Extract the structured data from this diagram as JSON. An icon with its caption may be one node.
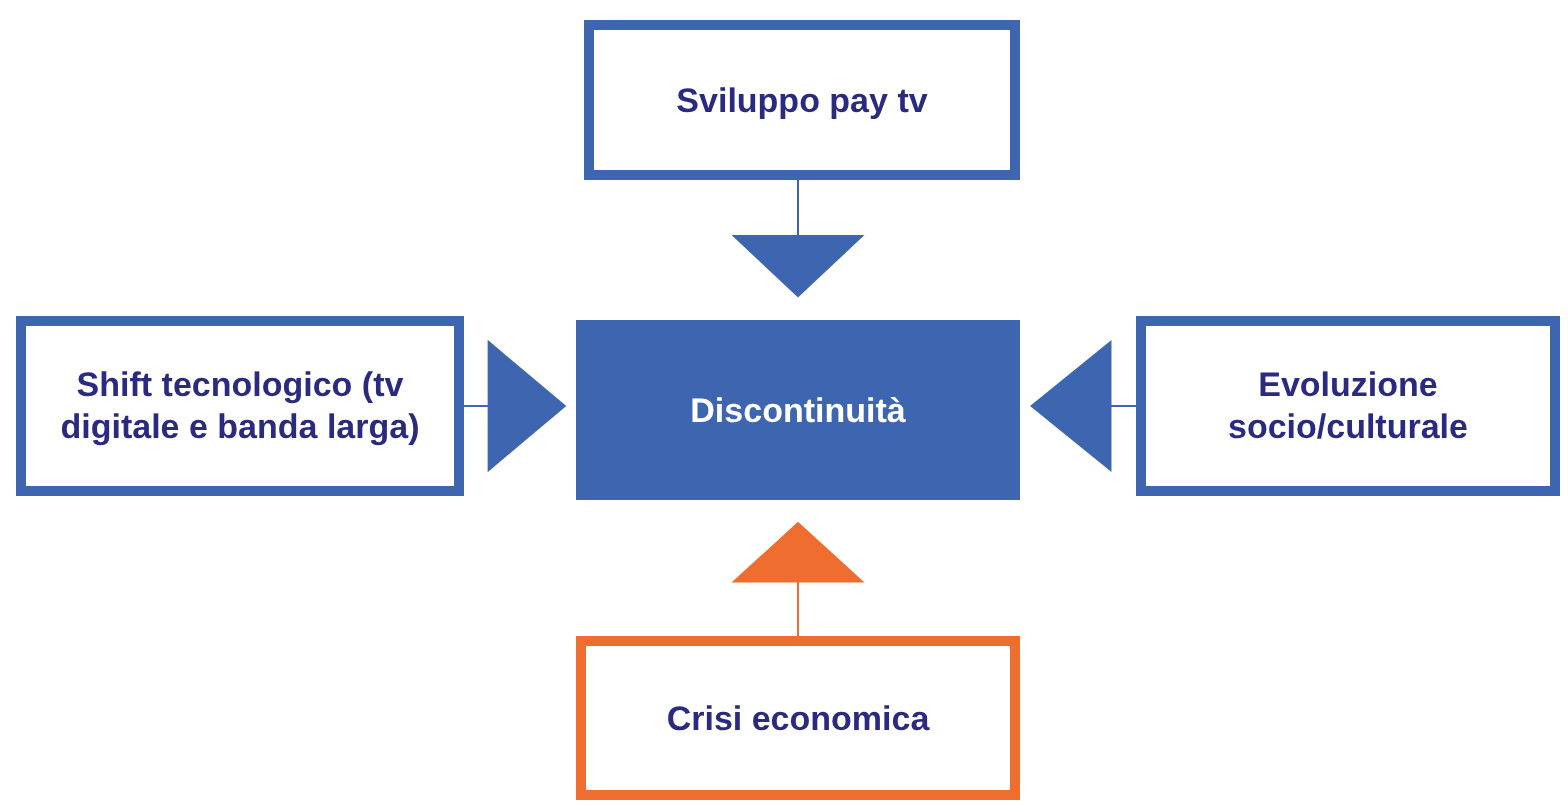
{
  "diagram": {
    "nodes": [
      {
        "text": [
          "Sviluppo pay tv"
        ]
      },
      {
        "text": [
          "Shift tecnologico (tv digitale e banda larga)"
        ]
      },
      {
        "text": [
          "Discontinuità"
        ]
      },
      {
        "text": [
          "Evoluzione socio/culturale"
        ]
      },
      {
        "text": [
          "Crisi economica"
        ]
      }
    ],
    "edges": [
      {
        "from": 0,
        "to": 2,
        "arrow": "to"
      },
      {
        "from": 1,
        "to": 2,
        "arrow": "to"
      },
      {
        "from": 3,
        "to": 2,
        "arrow": "to"
      },
      {
        "from": 4,
        "to": 2,
        "arrow": "to",
        "color": "#ef6d2e"
      }
    ]
  }
}
